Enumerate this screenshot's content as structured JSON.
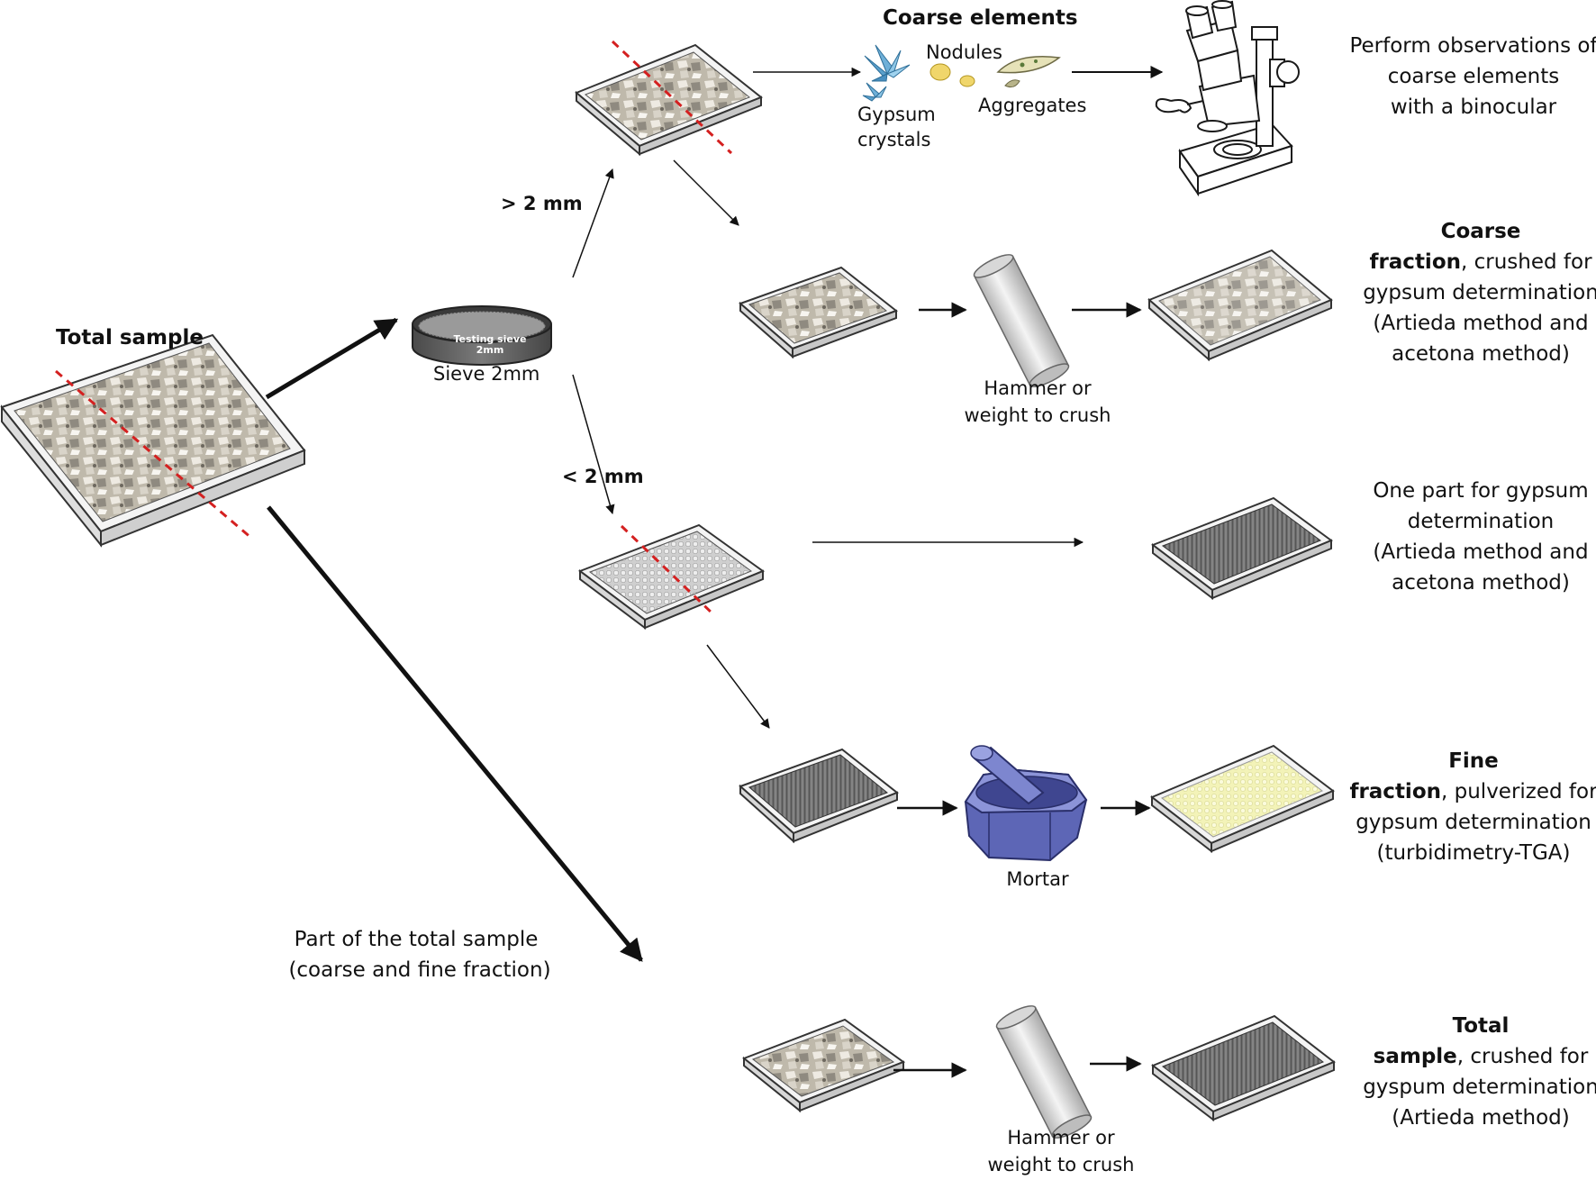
{
  "labels": {
    "total_sample": "Total sample",
    "sieve_2mm": "Sieve 2mm",
    "sieve_text_1": "Testing sieve",
    "sieve_text_2": "2mm",
    "gt_2mm": "> 2 mm",
    "lt_2mm": "< 2 mm",
    "coarse_elements": "Coarse elements",
    "nodules": "Nodules",
    "gypsum_1": "Gypsum",
    "gypsum_2": "crystals",
    "aggregates": "Aggregates",
    "hammer_1_a": "Hammer or",
    "hammer_1_b": "weight to crush",
    "mortar": "Mortar",
    "part_total_1": "Part of the total sample",
    "part_total_2": "(coarse and fine fraction)",
    "hammer_2_a": "Hammer or",
    "hammer_2_b": "weight to crush"
  },
  "outcomes": {
    "binocular_1": "Perform observations of",
    "binocular_2": "coarse elements",
    "binocular_3": "with a binocular",
    "coarse_1": "Coarse",
    "coarse_2_bold": "fraction",
    "coarse_2_rest": ", crushed for",
    "coarse_3": "gypsum determination",
    "coarse_4": "(Artieda method and",
    "coarse_5": "acetona method)",
    "onepart_1": "One part for gypsum",
    "onepart_2": "determination",
    "onepart_3": "(Artieda method and",
    "onepart_4": "acetona method)",
    "fine_1": "Fine",
    "fine_2_bold": "fraction",
    "fine_2_rest": ", pulverized for",
    "fine_3": "gypsum determination",
    "fine_4": "(turbidimetry-TGA)",
    "total_1": "Total",
    "total_2_bold": "sample",
    "total_2_rest": ", crushed for",
    "total_3": "gyspum determination",
    "total_4": "(Artieda method)"
  },
  "colors": {
    "cut_line": "#d42020",
    "fine_yellow": "#f3f3b8",
    "mortar_blue": "#6f78c4",
    "crystal_blue": "#6fb0d8",
    "nodule_yellow": "#f0d66b"
  }
}
